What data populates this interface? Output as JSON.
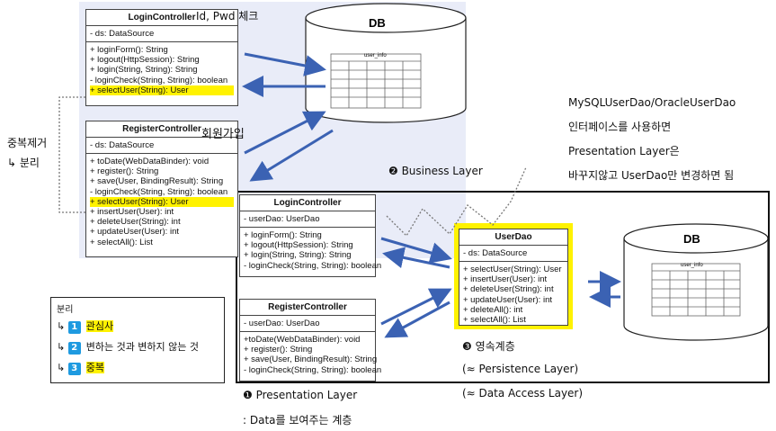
{
  "top_group": {
    "login_controller": {
      "title": "LoginController",
      "fields": [
        "- ds: DataSource"
      ],
      "methods": [
        "+ loginForm(): String",
        "+ logout(HttpSession): String",
        "+ login(String, String): String",
        "- loginCheck(String, String): boolean",
        "+ selectUser(String): User"
      ],
      "highlight_index": 4
    },
    "register_controller": {
      "title": "RegisterController",
      "fields": [
        "- ds: DataSource"
      ],
      "methods": [
        "+ toDate(WebDataBinder): void",
        "+ register(): String",
        "+ save(User, BindingResult): String",
        "- loginCheck(String, String): boolean",
        "+ selectUser(String): User",
        "+ insertUser(User): int",
        "+ deleteUser(String): int",
        "+ updateUser(User): int",
        "+ selectAll(): List"
      ],
      "highlight_index": 4
    },
    "db_label": "DB",
    "table_label": "user_info"
  },
  "bottom_group": {
    "login_controller": {
      "title": "LoginController",
      "fields": [
        "- userDao: UserDao"
      ],
      "methods": [
        "+ loginForm(): String",
        "+ logout(HttpSession): String",
        "+ login(String, String): String",
        "- loginCheck(String, String): boolean"
      ]
    },
    "register_controller": {
      "title": "RegisterController",
      "fields": [
        "- userDao: UserDao"
      ],
      "methods": [
        "+toDate(WebDataBinder): void",
        "+ register(): String",
        "+ save(User, BindingResult): String",
        "- loginCheck(String, String): boolean"
      ]
    },
    "user_dao": {
      "title": "UserDao",
      "fields": [
        "- ds: DataSource"
      ],
      "methods": [
        "+ selectUser(String): User",
        "+ insertUser(User): int",
        "+ deleteUser(String): int",
        "+ updateUser(User): int",
        "+ deleteAll(): int",
        "+ selectAll(): List"
      ]
    },
    "db_label": "DB",
    "table_label": "user_info"
  },
  "annotations": {
    "id_pwd_check": "Id, Pwd 체크",
    "signup": "회원가입",
    "dedupe_1": "중복제거",
    "dedupe_2": "↳ 분리",
    "right_note": [
      "MySQLUserDao/OracleUserDao",
      "인터페이스를 사용하면",
      "Presentation Layer은",
      "바꾸지않고 UserDao만 변경하면 됨"
    ],
    "business_layer": "❷ Business Layer",
    "persistence_1": "❸ 영속계층",
    "persistence_2": "(≈ Persistence Layer)",
    "persistence_3": "(≈ Data Access Layer)",
    "presentation_1": "❶ Presentation Layer",
    "presentation_2": ": Data를 보여주는 계층"
  },
  "legend": {
    "title": "분리",
    "items": [
      {
        "num": "1",
        "text": "관심사",
        "highlighted": true
      },
      {
        "num": "2",
        "text": "변하는 것과 변하지 않는 것",
        "highlighted": false
      },
      {
        "num": "3",
        "text": "중복",
        "highlighted": true
      }
    ]
  },
  "colors": {
    "arrow": "#3b62b3",
    "highlight": "#fff200",
    "panel": "#e9ecf8",
    "number_box": "#1e9ae0"
  }
}
